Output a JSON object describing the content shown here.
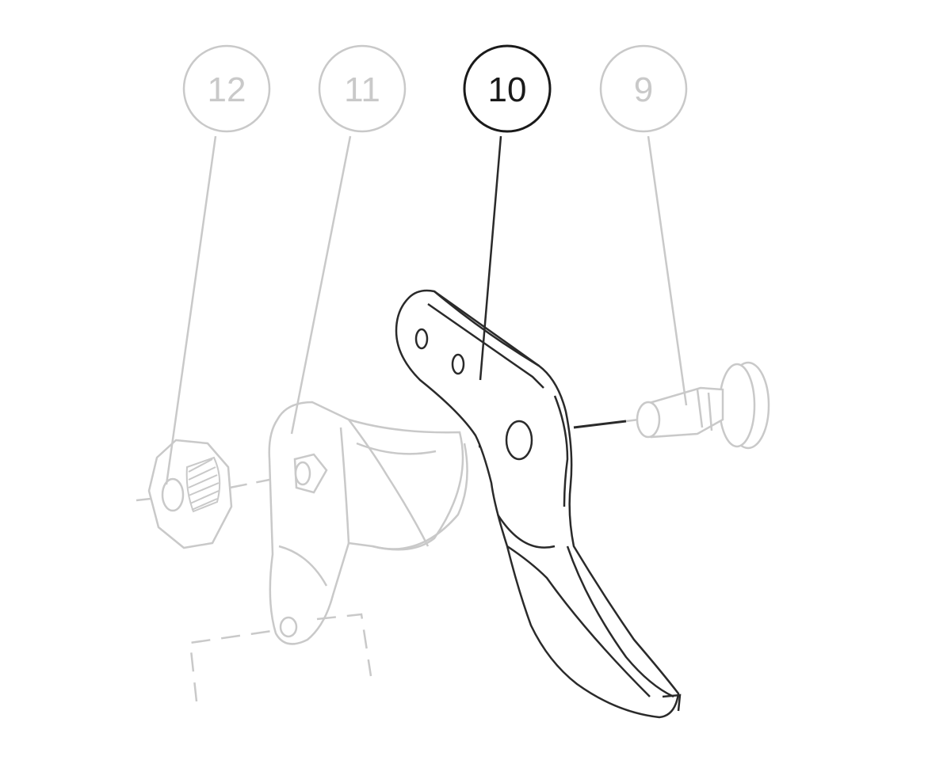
{
  "callouts": {
    "c12": {
      "label": "12",
      "state": "dimmed"
    },
    "c11": {
      "label": "11",
      "state": "dimmed"
    },
    "c10": {
      "label": "10",
      "state": "highlighted"
    },
    "c9": {
      "label": "9",
      "state": "dimmed"
    }
  },
  "colors": {
    "highlight": "#1a1a1a",
    "dimmed": "#c9c9c9",
    "background": "#ffffff"
  }
}
